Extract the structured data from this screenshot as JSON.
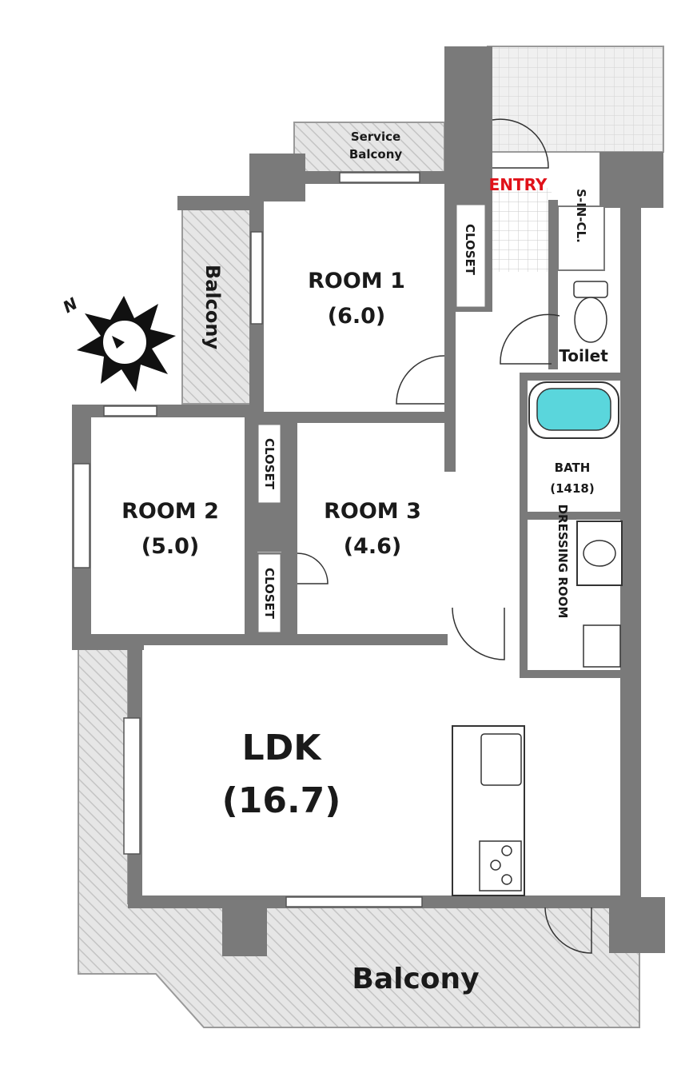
{
  "rooms": {
    "room1": {
      "name": "ROOM 1",
      "size": "(6.0)"
    },
    "room2": {
      "name": "ROOM 2",
      "size": "(5.0)"
    },
    "room3": {
      "name": "ROOM 3",
      "size": "(4.6)"
    },
    "ldk": {
      "name": "LDK",
      "size": "(16.7)"
    },
    "bath": {
      "name": "BATH",
      "size": "(1418)"
    },
    "dressing": {
      "name": "DRESSING ROOM"
    },
    "toilet": {
      "name": "Toilet"
    }
  },
  "closets": {
    "closet_room1": "CLOSET",
    "closet_room2": "CLOSET",
    "closet_room3": "CLOSET"
  },
  "entry": {
    "label": "ENTRY",
    "shoe_closet": "S-IN-CL."
  },
  "balconies": {
    "service_line1": "Service",
    "service_line2": "Balcony",
    "west": "Balcony",
    "south": "Balcony"
  },
  "compass": {
    "north_label": "N"
  },
  "colors": {
    "wall": "#7a7a7a",
    "entry_text": "#e0121a",
    "bath_water": "#5ad6dc",
    "balcony_hatch": "#bdbdbd"
  }
}
